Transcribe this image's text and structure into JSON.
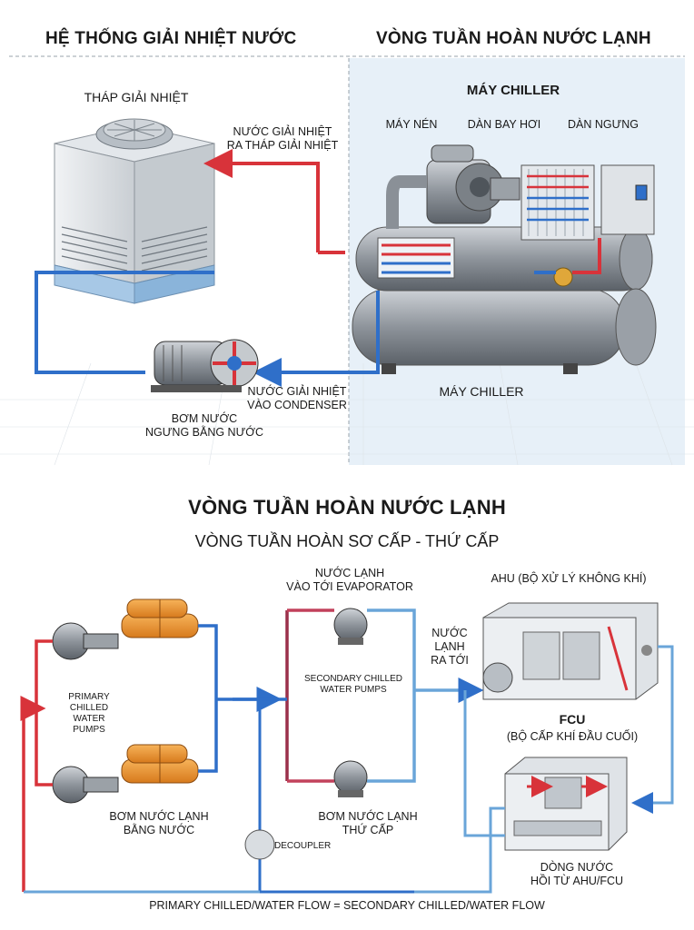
{
  "top": {
    "left_title": "HỆ THỐNG GIẢI NHIỆT NƯỚC",
    "right_title": "VÒNG TUẦN HOÀN NƯỚC LẠNH",
    "cooling_tower": "THÁP GIẢI NHIỆT",
    "water_out_line1": "NƯỚC GIẢI NHIỆT",
    "water_out_line2": "RA THÁP GIẢI NHIỆT",
    "chiller_title": "MÁY CHILLER",
    "compressor": "MÁY NÉN",
    "evaporator": "DÀN BAY HƠI",
    "condenser": "DÀN NGƯNG",
    "chiller_bottom": "MÁY CHILLER",
    "water_in_line1": "NƯỚC GIẢI NHIỆT",
    "water_in_line2": "VÀO CONDENSER",
    "pump_line1": "BƠM NƯỚC",
    "pump_line2": "NGƯNG BẰNG NƯỚC"
  },
  "bottom": {
    "title": "VÒNG TUẦN HOÀN NƯỚC LẠNH",
    "subtitle": "VÒNG TUẦN HOÀN SƠ CẤP - THỨ CẤP",
    "to_evap_line1": "NƯỚC LẠNH",
    "to_evap_line2": "VÀO TỚI EVAPORATOR",
    "ahu": "AHU (BỘ XỬ LÝ KHÔNG KHÍ)",
    "chilled_out_line1": "NƯỚC",
    "chilled_out_line2": "LẠNH",
    "chilled_out_line3": "RA TỚI",
    "primary_line1": "PRIMARY",
    "primary_line2": "CHILLED",
    "primary_line3": "WATER",
    "primary_line4": "PUMPS",
    "secondary_line1": "SECONDARY CHILLED",
    "secondary_line2": "WATER PUMPS",
    "fcu": "FCU",
    "fcu_desc": "(BỘ CẤP KHÍ ĐẦU CUỐI)",
    "primary_pump_line1": "BƠM NƯỚC LẠNH",
    "primary_pump_line2": "BẰNG NƯỚC",
    "secondary_pump_line1": "BƠM NƯỚC LẠNH",
    "secondary_pump_line2": "THỨ CẤP",
    "decoupler": "DECOUPLER",
    "return_line1": "DÒNG NƯỚC",
    "return_line2": "HỒI TỪ AHU/FCU",
    "footer": "PRIMARY CHILLED/WATER FLOW = SECONDARY CHILLED/WATER FLOW"
  },
  "colors": {
    "hot": "#d8333a",
    "cold": "#2f6fc9",
    "panel": "#e7f0f8"
  }
}
